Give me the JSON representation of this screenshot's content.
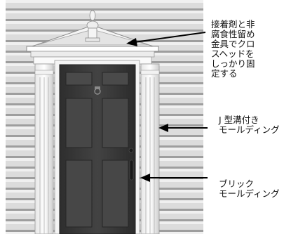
{
  "callouts": {
    "crosshead": "接着剤と非\n腐食性留め\n金具でクロ\nスヘッドを\nしっかり固\n定する",
    "j_channel": "J 型溝付き\nモールディング",
    "brick_molding": "ブリック\nモールディング"
  },
  "colors": {
    "siding": "#d9d9d9",
    "siding_shadow": "#9c9c9c",
    "trim": "#f7f7f7",
    "trim_shadow": "#bdbdbd",
    "door": "#3a3a3a",
    "door_panel": "#474747",
    "arrow": "#000000"
  }
}
